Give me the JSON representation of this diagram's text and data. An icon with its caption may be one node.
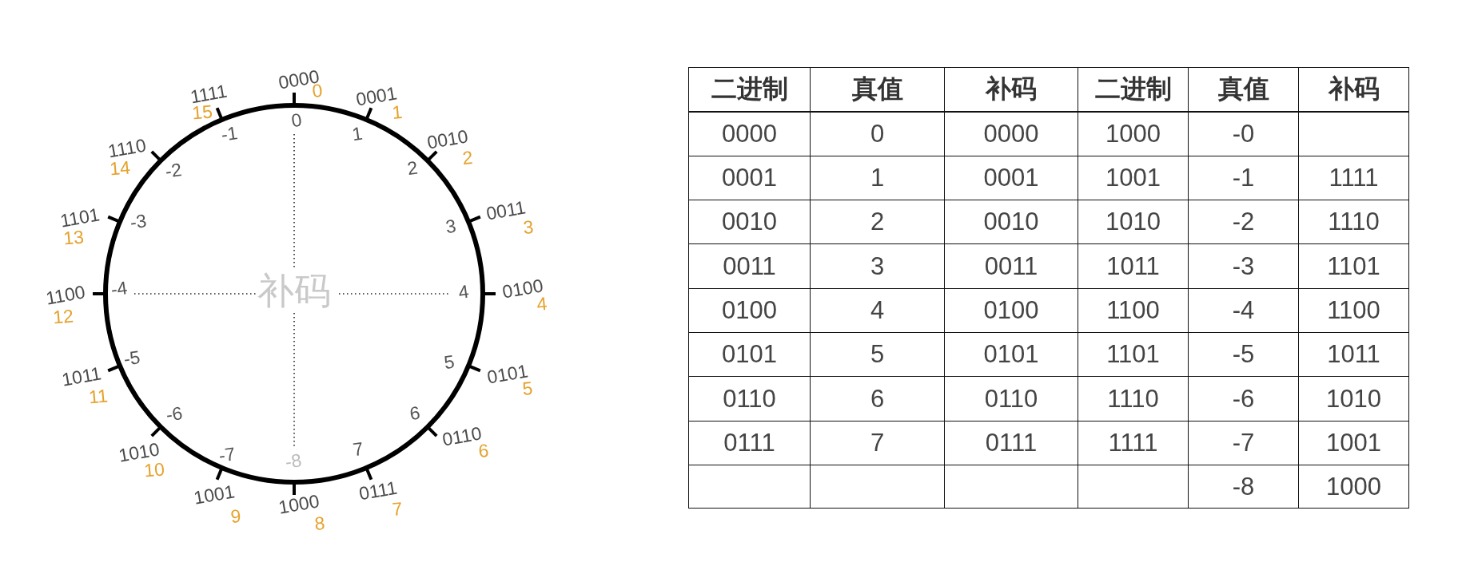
{
  "diagram": {
    "nodes": [
      {
        "text": [
          "补码"
        ]
      }
    ],
    "labels": [
      "1111",
      "0000",
      "0",
      "0001",
      "15",
      "0",
      "1",
      "1110",
      "-1",
      "1",
      "0010",
      "14",
      "-2",
      "2",
      "2",
      "13",
      "1101",
      "-3",
      "3",
      "0011",
      "3",
      "12",
      "1100",
      "-4",
      "4",
      "0100",
      "4",
      "1011",
      "11",
      "-5",
      "5",
      "0101",
      "5",
      "1010",
      "10",
      "-6",
      "-7",
      "-8",
      "7",
      "6",
      "0110",
      "6",
      "1001",
      "9",
      "1000",
      "8",
      "0111",
      "7",
      "二进制",
      "真值",
      "补码",
      "二进制",
      "真值",
      "补码",
      "0000",
      "0",
      "0000",
      "1000",
      "-0",
      "0001",
      "1",
      "0001",
      "1001",
      "-1",
      "1111",
      "0010",
      "2",
      "0010",
      "1010",
      "-2",
      "1110",
      "0011",
      "3",
      "0011",
      "1011",
      "-3",
      "1101",
      "0100",
      "4",
      "0100",
      "1100",
      "-4",
      "1100",
      "0101",
      "5",
      "0101",
      "1101",
      "-5",
      "1011",
      "0110",
      "6",
      "0110",
      "1110",
      "-6",
      "1010",
      "0111",
      "7",
      "0111",
      "1111",
      "-7",
      "1001",
      "-8",
      "1000"
    ]
  }
}
